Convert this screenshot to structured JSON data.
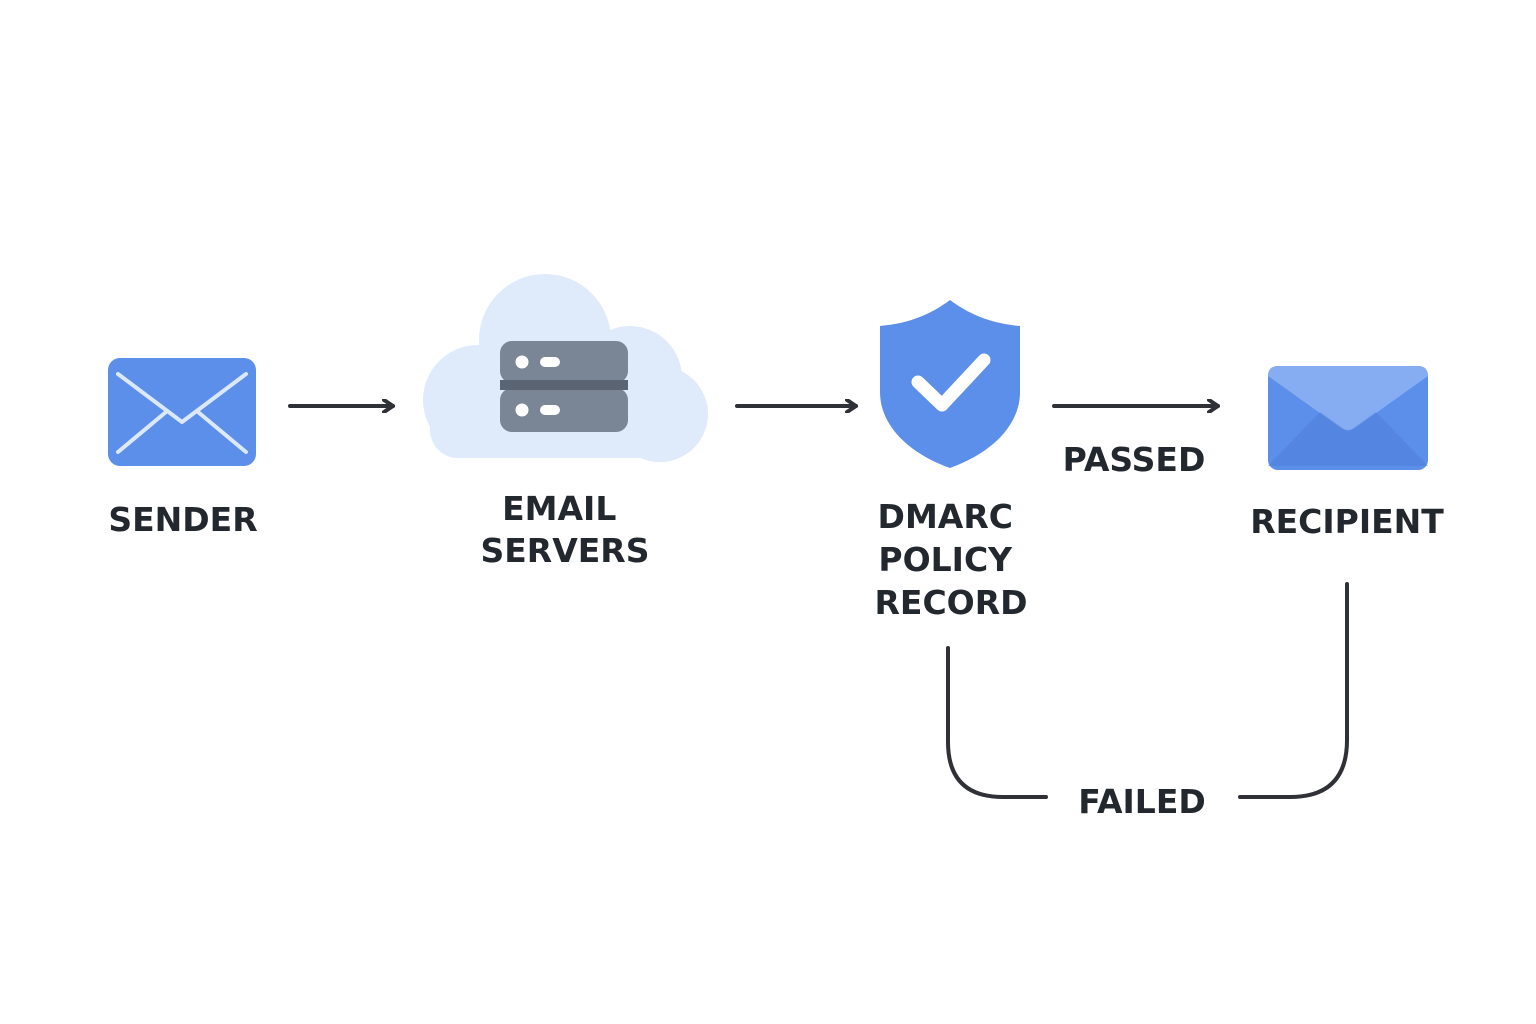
{
  "nodes": {
    "sender": {
      "label_lines": [
        "SENDER"
      ],
      "icon": "envelope-icon"
    },
    "email_servers": {
      "label_lines": [
        "EMAIL",
        "SERVERS"
      ],
      "icon": "cloud-server-icon"
    },
    "dmarc": {
      "label_lines": [
        "DMARC",
        "POLICY",
        "RECORD"
      ],
      "icon": "shield-check-icon"
    },
    "recipient": {
      "label_lines": [
        "RECIPIENT"
      ],
      "icon": "envelope-icon"
    }
  },
  "edges": {
    "passed": "PASSED",
    "failed": "FAILED"
  },
  "colors": {
    "brand_blue": "#5b8fea",
    "cloud": "#dfeafb",
    "server": "#7a8595",
    "text": "#23272e"
  }
}
